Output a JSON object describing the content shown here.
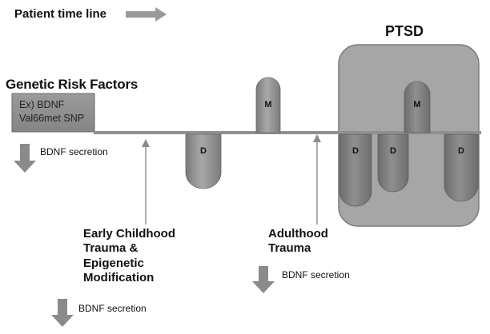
{
  "header": {
    "timeline_label": "Patient time line"
  },
  "ptsd": {
    "label": "PTSD"
  },
  "genetic": {
    "title": "Genetic Risk Factors",
    "box_line1": "Ex) BDNF",
    "box_line2": "Val66met SNP"
  },
  "bdnf": {
    "label": "BDNF secretion"
  },
  "events": {
    "early_line1": "Early Childhood",
    "early_line2": "Trauma &",
    "early_line3": "Epigenetic",
    "early_line4": "Modification",
    "adult_line1": "Adulthood",
    "adult_line2": "Trauma"
  },
  "lobes": {
    "m": "M",
    "d": "D"
  },
  "colors": {
    "timeline": "#909090",
    "box": "#8c8c8c",
    "ptsd_region": "#a6a6a6",
    "lobe": "#8a8a8a",
    "arrow": "#8a8a8a"
  }
}
